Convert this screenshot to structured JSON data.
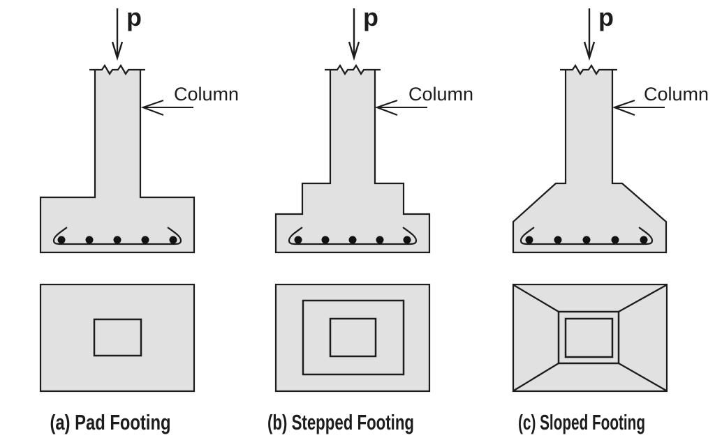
{
  "colors": {
    "background": "#ffffff",
    "concrete_fill": "#e1e1e1",
    "line": "#1c1c1c",
    "rebar_dot": "#111111"
  },
  "panels": [
    {
      "load_label": "p",
      "column_label": "Column",
      "caption": "(a) Pad Footing"
    },
    {
      "load_label": "p",
      "column_label": "Column",
      "caption": "(b) Stepped Footing"
    },
    {
      "load_label": "p",
      "column_label": "Column",
      "caption": "(c) Sloped Footing"
    }
  ]
}
